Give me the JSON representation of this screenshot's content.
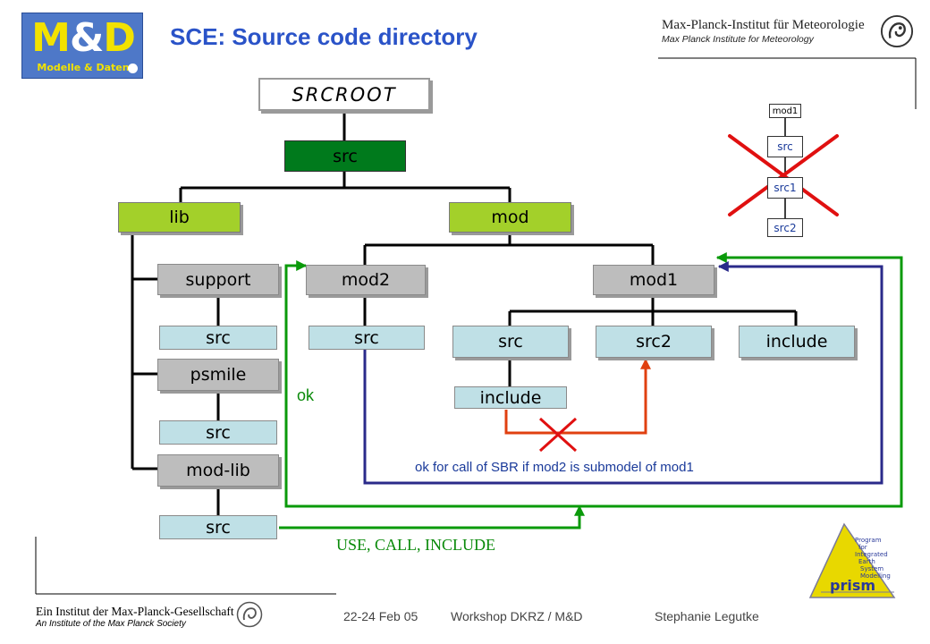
{
  "header": {
    "logo": {
      "big_left": "M",
      "big_amp": "&",
      "big_right": "D",
      "tagline": "Modelle & Daten"
    },
    "title": "SCE: Source code directory",
    "institute_name": "Max-Planck-Institut für Meteorologie",
    "institute_sub": "Max Planck Institute for Meteorology"
  },
  "tree": {
    "root": "SRCROOT",
    "src": "src",
    "lib": "lib",
    "mod": "mod",
    "lib_children": [
      {
        "name": "support",
        "src": "src"
      },
      {
        "name": "psmile",
        "src": "src"
      },
      {
        "name": "mod-lib",
        "src": "src"
      }
    ],
    "mod2": {
      "name": "mod2",
      "src": "src"
    },
    "mod1": {
      "name": "mod1",
      "src": "src",
      "src2": "src2",
      "include": "include",
      "src_include": "include"
    }
  },
  "invalid_example": {
    "items": [
      "mod1",
      "src",
      "src1",
      "src2"
    ]
  },
  "annotations": {
    "ok": "ok",
    "sbr_note": "ok for call of SBR if mod2 is submodel of mod1",
    "use_call_include": "USE, CALL, INCLUDE"
  },
  "colors": {
    "title": "#2a53c8",
    "green_arrow": "#0a9a0a",
    "blue_arrow": "#2a2a8a",
    "red_arrow": "#e04010",
    "red_cross": "#e01010",
    "dark_green_box": "#007a1c",
    "light_green_box": "#a3d02a",
    "grey_box": "#bdbdbd",
    "light_blue_box": "#bfe0e6"
  },
  "footer": {
    "institute": "Ein Institut der Max-Planck-Gesellschaft",
    "institute_sub": "An Institute of the Max Planck Society",
    "date": "22-24 Feb 05",
    "event": "Workshop DKRZ / M&D",
    "author": "Stephanie Legutke",
    "prism_logo_lines": [
      "Program",
      "for",
      "Integrated",
      "Earth",
      "System",
      "Modelling"
    ],
    "prism_word": "prism"
  }
}
